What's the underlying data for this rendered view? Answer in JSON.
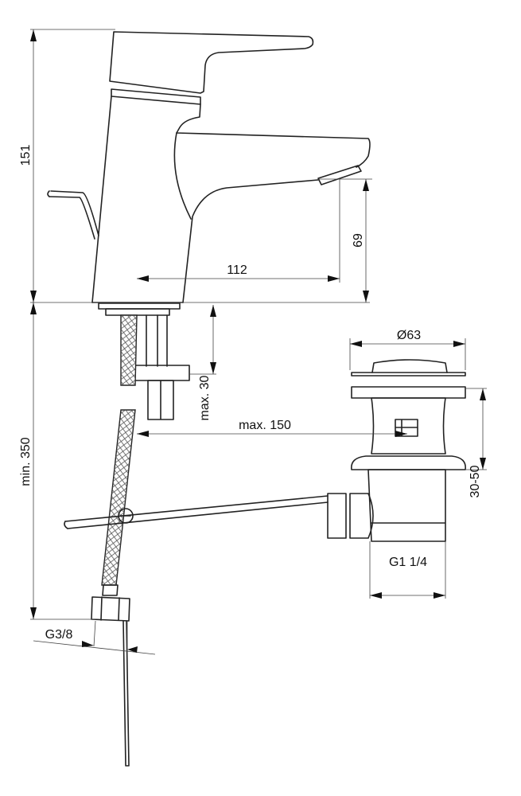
{
  "title": "Basin mixer with pop-up waste - dimension drawing",
  "dimensions": {
    "total_height": "151",
    "spout_height": "69",
    "spout_reach": "112",
    "min_below": "min. 350",
    "max_thickness": "max. 30",
    "max_distance": "max. 150",
    "waste_diameter": "Ø63",
    "waste_range": "30-50",
    "waste_thread": "G1 1/4",
    "supply_thread": "G3/8"
  }
}
